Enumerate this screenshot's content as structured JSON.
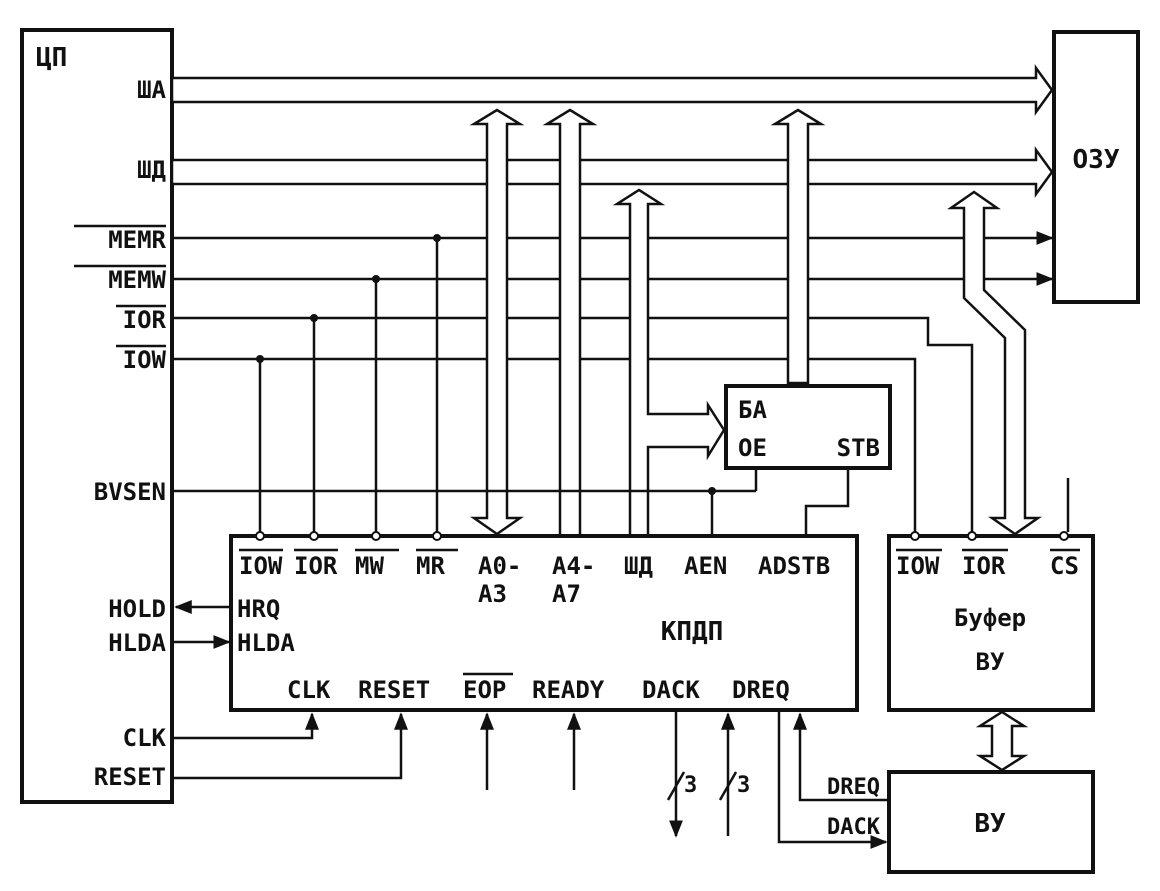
{
  "blocks": {
    "cpu": {
      "title": "ЦП",
      "bus_address": "ША",
      "bus_data": "ШД",
      "memr": "MEMR",
      "memw": "MEMW",
      "ior": "IOR",
      "iow": "IOW",
      "bvsen": "BVSEN",
      "hold": "HOLD",
      "hlda": "HLDA",
      "clk": "CLK",
      "reset": "RESET"
    },
    "ram": {
      "title": "ОЗУ"
    },
    "addr_buffer": {
      "title": "БА",
      "oe": "OE",
      "stb": "STB"
    },
    "dma": {
      "title": "КПДП",
      "iow": "IOW",
      "ior": "IOR",
      "mw": "MW",
      "mr": "MR",
      "a0": "A0-",
      "a3": "A3",
      "a4": "A4-",
      "a7": "A7",
      "data": "ШД",
      "aen": "AEN",
      "adstb": "ADSTB",
      "hrq": "HRQ",
      "hlda": "HLDA",
      "clk": "CLK",
      "reset": "RESET",
      "eop": "EOP",
      "ready": "READY",
      "dack": "DACK",
      "dreq": "DREQ"
    },
    "io_buffer": {
      "title_line1": "Буфер",
      "title_line2": "ВУ",
      "iow": "IOW",
      "ior": "IOR",
      "cs": "CS"
    },
    "io_device": {
      "title": "ВУ",
      "dreq": "DREQ",
      "dack": "DACK"
    }
  },
  "annotations": {
    "dack_width": "3",
    "dreq_width": "3"
  }
}
